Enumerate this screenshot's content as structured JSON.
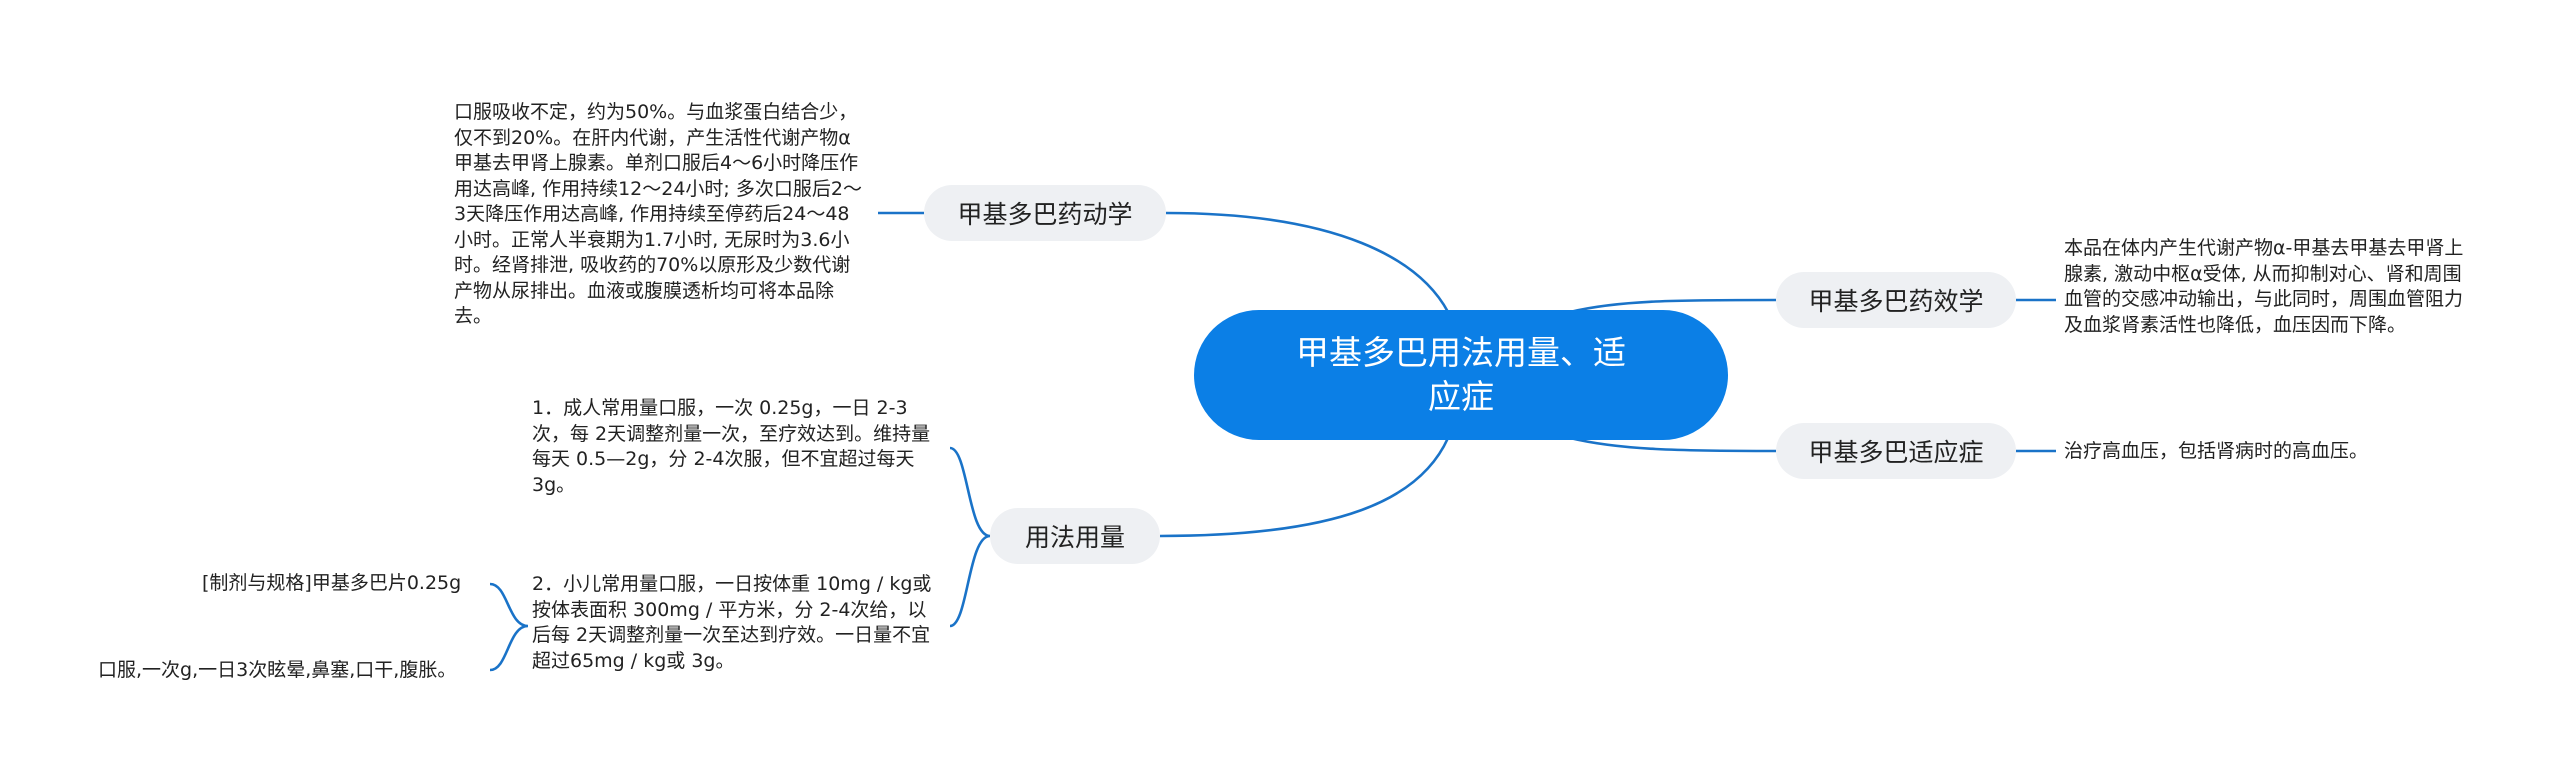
{
  "diagram": {
    "root": {
      "label": "甲基多巴用法用量、适应症"
    },
    "branches": {
      "pharmacokinetics": {
        "label": "甲基多巴药动学",
        "text": "口服吸收不定，约为50%。与血浆蛋白结合少，仅不到20%。在肝内代谢，产生活性代谢产物α甲基去甲肾上腺素。单剂口服后4～6小时降压作用达高峰, 作用持续12～24小时; 多次口服后2～3天降压作用达高峰, 作用持续至停药后24～48小时。正常人半衰期为1.7小时, 无尿时为3.6小时。经肾排泄, 吸收药的70%以原形及少数代谢产物从尿排出。血液或腹膜透析均可将本品除去。"
      },
      "dosage": {
        "label": "用法用量",
        "adult": "1．成人常用量口服，一次 0.25g，一日 2-3次，每 2天调整剂量一次，至疗效达到。维持量每天 0.5—2g，分 2-4次服，但不宜超过每天 3g。",
        "child": "2．小儿常用量口服，一日按体重 10mg / kg或按体表面积 300mg / 平方米，分 2-4次给，以后每 2天调整剂量一次至达到疗效。一日量不宜超过65mg / kg或 3g。",
        "formulation": "[制剂与规格]甲基多巴片0.25g",
        "side_effects": "口服,一次g,一日3次眩晕,鼻塞,口干,腹胀。"
      },
      "pharmacodynamics": {
        "label": "甲基多巴药效学",
        "text": "本品在体内产生代谢产物α-甲基去甲基去甲肾上腺素, 激动中枢α受体, 从而抑制对心、肾和周围血管的交感冲动输出，与此同时，周围血管阻力及血浆肾素活性也降低，血压因而下降。"
      },
      "indications": {
        "label": "甲基多巴适应症",
        "text": "治疗高血压，包括肾病时的高血压。"
      }
    },
    "colors": {
      "root_fill": "#0b7fe6",
      "branch_fill": "#eef0f3",
      "connector": "#1a73c8"
    }
  }
}
